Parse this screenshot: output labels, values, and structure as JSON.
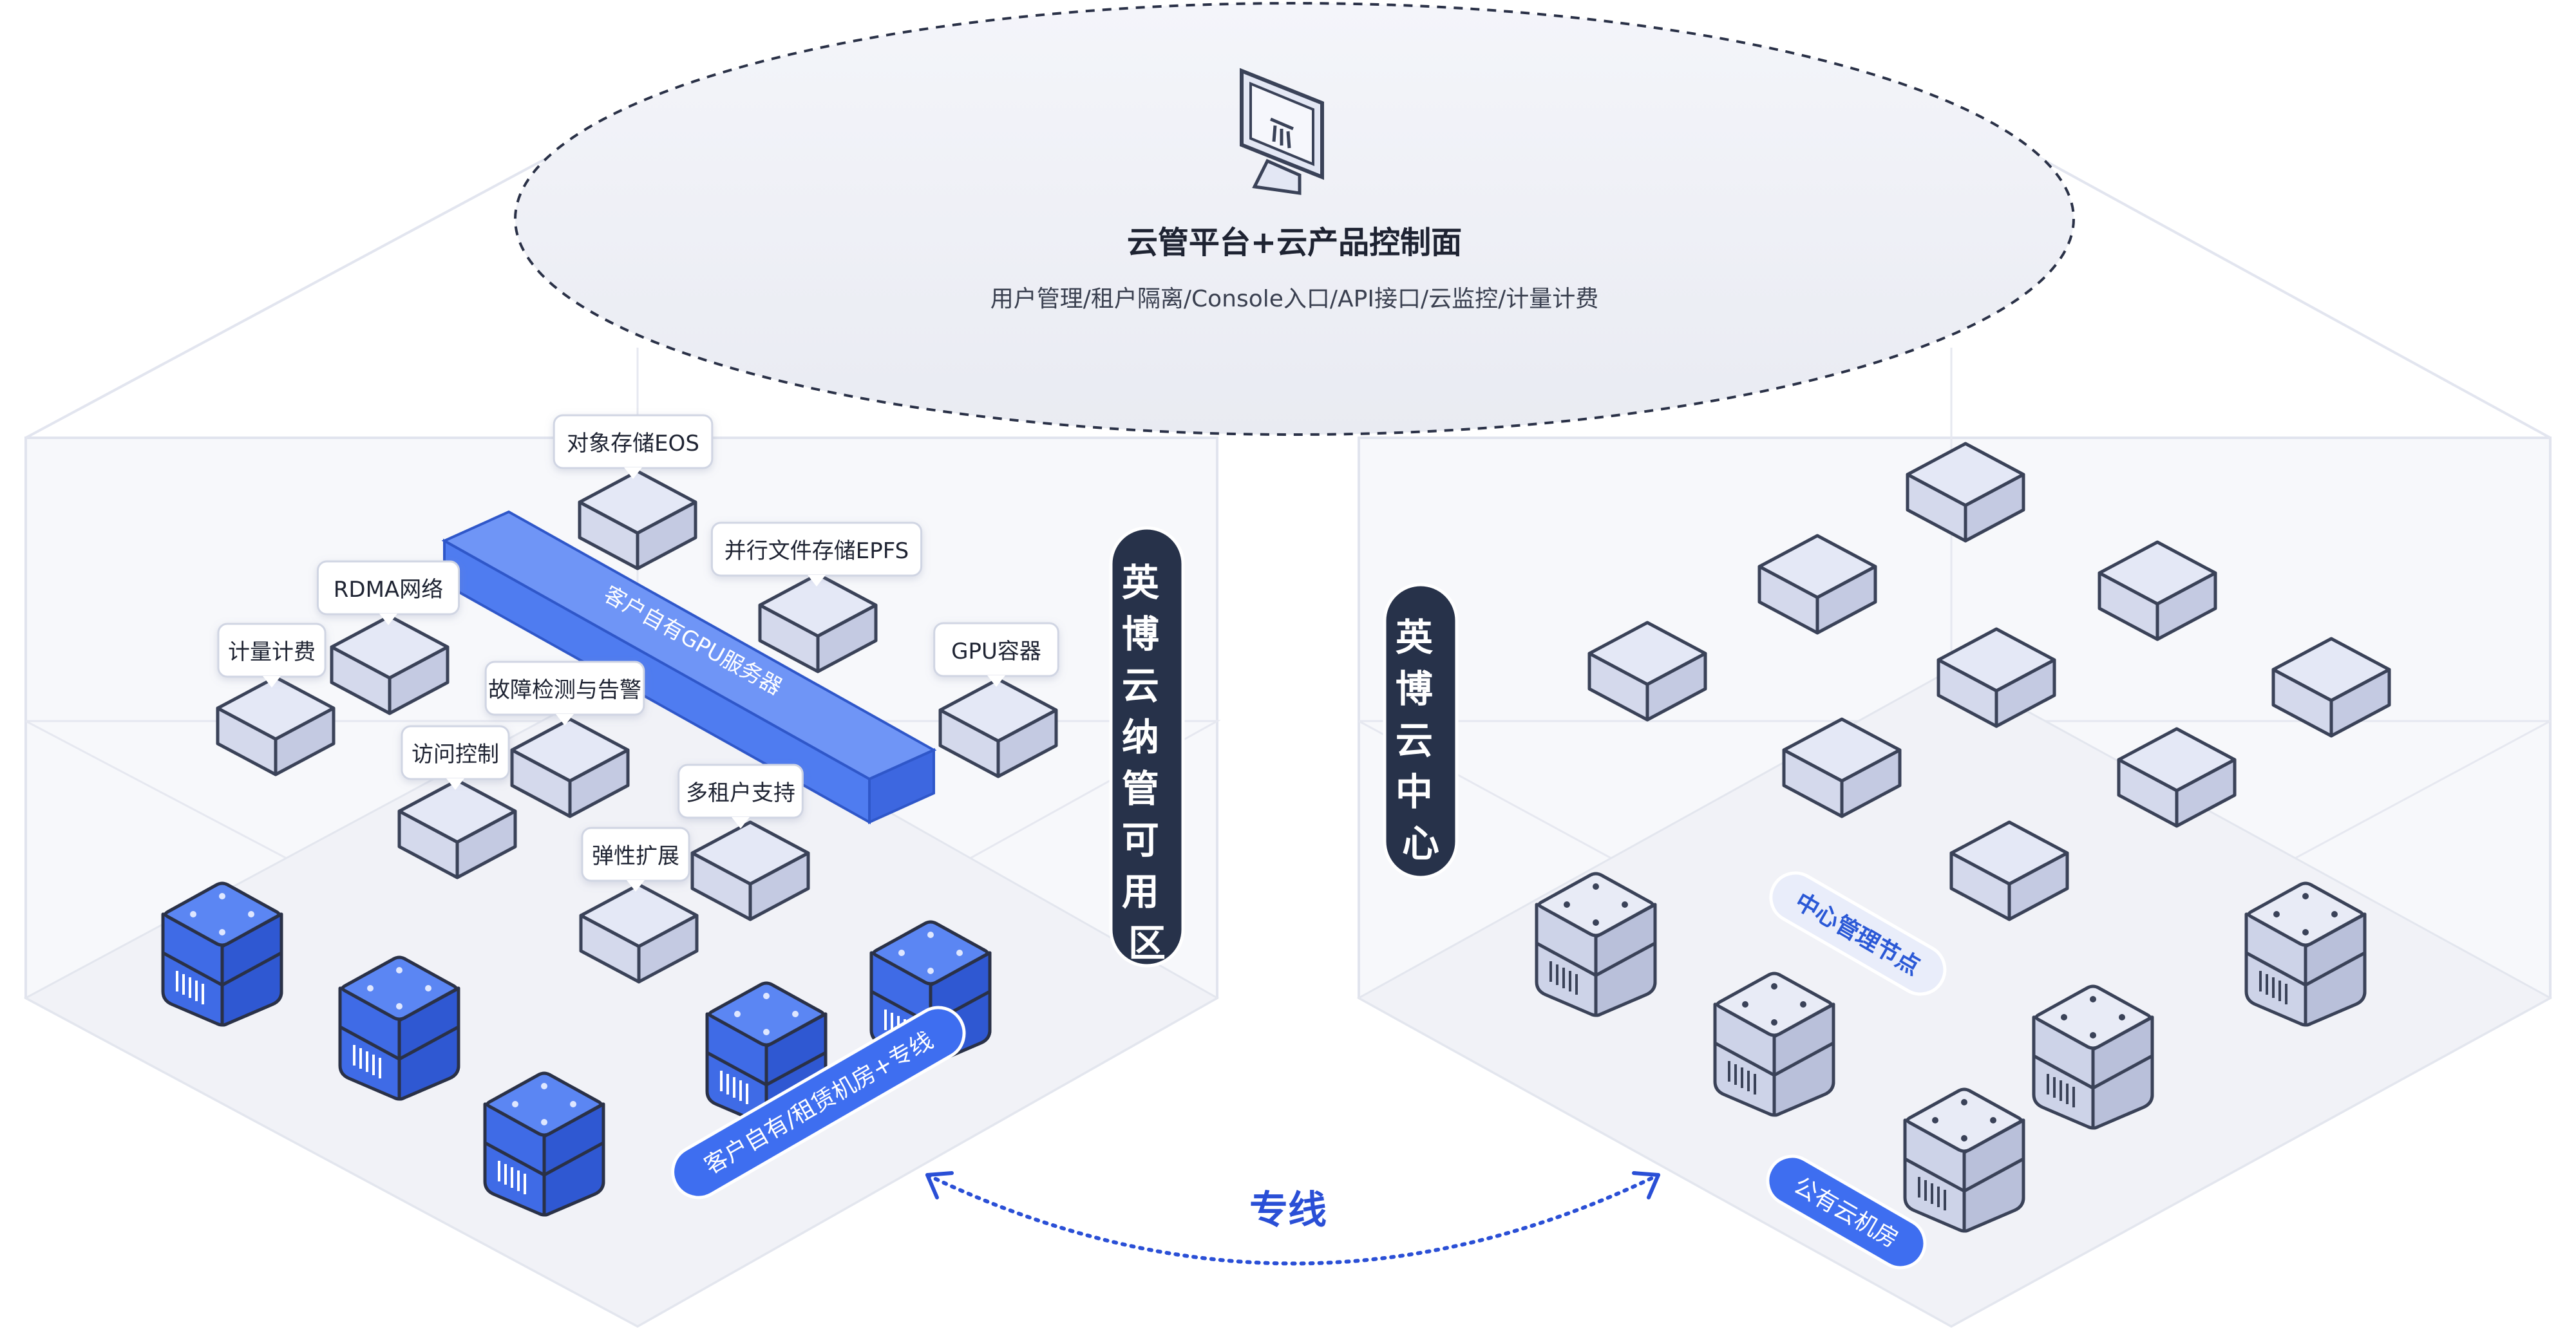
{
  "top": {
    "title": "云管平台+云产品控制面",
    "subtitle": "用户管理/租户隔离/Console入口/API接口/云监控/计量计费",
    "icon": "monitor-icon"
  },
  "left_zone": {
    "title": "英博云纳管可用区",
    "gpu_bar_label": "客户自有GPU服务器",
    "bottom_label": "客户自有/租赁机房+专线",
    "services": [
      "对象存储EOS",
      "并行文件存储EPFS",
      "RDMA网络",
      "GPU容器",
      "计量计费",
      "故障检测与告警",
      "访问控制",
      "多租户支持",
      "弹性扩展"
    ]
  },
  "right_zone": {
    "title": "英博云中心",
    "node_label": "中心管理节点",
    "bottom_label": "公有云机房"
  },
  "link": {
    "label": "专线"
  },
  "colors": {
    "blue": "#4f7cf0",
    "blue_dark": "#2f57c9",
    "navy_pill": "#27324a",
    "cube_light": "#e6eaf6",
    "accent_label": "#2a58d6"
  }
}
